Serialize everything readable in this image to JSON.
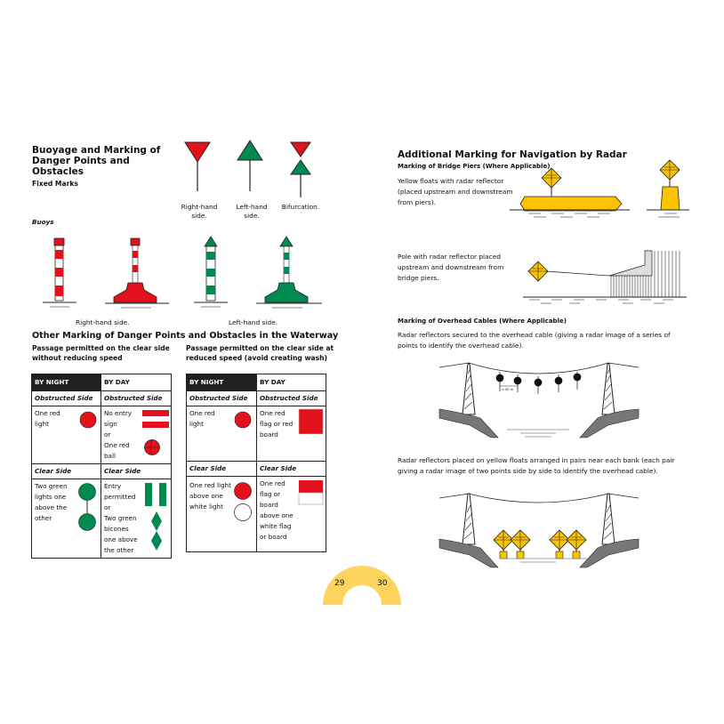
{
  "left": {
    "title": "Buoyage and Marking of Danger Points and Obstacles",
    "fixed_marks": "Fixed Marks",
    "fixed_labels": [
      "Right-hand side.",
      "Left-hand side.",
      "Bifurcation."
    ],
    "buoys": "Buoys",
    "buoy_labels": [
      "Right-hand side.",
      "Left-hand side."
    ],
    "section_title": "Other Marking of Danger Points and Obstacles in the Waterway",
    "tables": [
      {
        "caption": "Passage permitted on the clear side without reducing speed",
        "by_night": "BY NIGHT",
        "by_day": "BY DAY",
        "obstructed": "Obstructed Side",
        "clear": "Clear Side",
        "night_obstructed": "One red light",
        "day_obstructed": [
          "No entry sign",
          "or",
          "One red ball"
        ],
        "night_clear": "Two green lights one above the other",
        "day_clear": [
          "Entry permitted",
          "or",
          "Two green bicones one above the other"
        ]
      },
      {
        "caption": "Passage permitted on the clear side at reduced speed (avoid creating wash)",
        "by_night": "BY NIGHT",
        "by_day": "BY DAY",
        "obstructed": "Obstructed Side",
        "clear": "Clear Side",
        "night_obstructed": "One red light",
        "day_obstructed": [
          "One red flag or red board"
        ],
        "night_clear": "One red light above one white light",
        "day_clear": [
          "One red flag or board above one white flag or board"
        ]
      }
    ]
  },
  "right": {
    "title": "Additional Marking for Navigation by Radar",
    "bridge_subtitle": "Marking of Bridge Piers (Where Applicable)",
    "floats_text": "Yellow floats with radar reflector (placed upstream and downstream from piers).",
    "pole_text": "Pole with radar reflector placed upstream and downstream from bridge piers.",
    "cables_subtitle": "Marking of Overhead Cables (Where Applicable)",
    "cables_text1": "Radar reflectors secured to the overhead cable (giving a radar image of a series of points to identify the overhead cable).",
    "spacing_label": "< 50 m",
    "cables_text2": "Radar reflectors placed on yellow floats arranged in pairs near each bank (each pair giving a radar image of two points side by side to identify the overhead cable)."
  },
  "pages": {
    "left": "29",
    "right": "30"
  },
  "colors": {
    "red": "#e3111b",
    "green": "#008a4f",
    "yellow": "#fcc300",
    "page_tab": "#fdd45e",
    "black": "#231f20"
  }
}
